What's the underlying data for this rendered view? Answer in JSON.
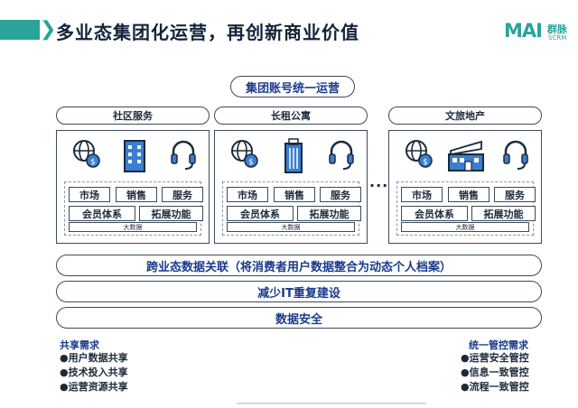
{
  "header": {
    "title": "多业态集团化运营，再创新商业价值"
  },
  "logo": {
    "mark": "MAI",
    "cn": "群脉",
    "en": "SCRM"
  },
  "unified_ops": "集团账号统一运营",
  "categories": [
    {
      "name": "社区服务",
      "building": "building-icon"
    },
    {
      "name": "长租公寓",
      "building": "apartment-tower-icon"
    },
    {
      "name": "文旅地产",
      "building": "resort-icon"
    }
  ],
  "tags": {
    "market": "市场",
    "sales": "销售",
    "service": "服务",
    "membership": "会员体系",
    "extension": "拓展功能",
    "bigdata": "大数据"
  },
  "ellipsis": "...",
  "bands": [
    "跨业态数据关联（将消费者用户数据整合为动态个人档案）",
    "减少IT重复建设",
    "数据安全"
  ],
  "shared": {
    "title": "共享需求",
    "items": [
      "●用户数据共享",
      "●技术投入共享",
      "●运营资源共享"
    ]
  },
  "control": {
    "title": "统一管控需求",
    "items": [
      "●运营安全管控",
      "●信息一致管控",
      "●流程一致管控"
    ]
  },
  "colors": {
    "accent": "#2aa39b",
    "heading": "#1a3a8a",
    "icon_blue": "#3a7fd0"
  }
}
